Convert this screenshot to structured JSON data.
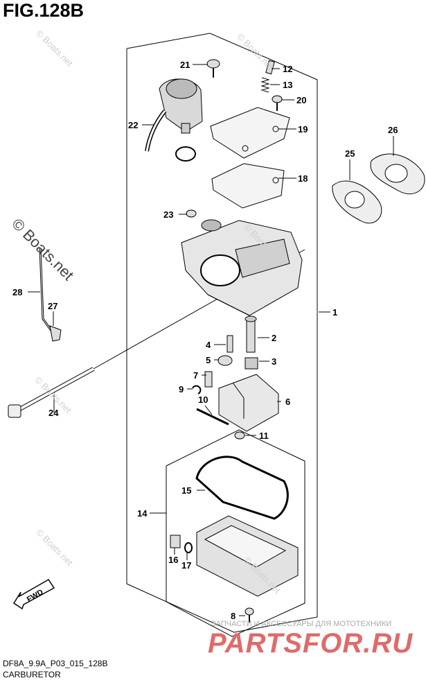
{
  "figure": {
    "title": "FIG.128B",
    "code": "DF8A_9.9A_P03_015_128B",
    "name": "CARBURETOR"
  },
  "watermarks": {
    "main": "© Boats.net",
    "small": "© Boats.net"
  },
  "brand": {
    "tagline": "ЗАПЧАСТИ И АКСЕССУАРЫ ДЛЯ МОТОТЕХНИКИ",
    "logo": "PARTSFOR.RU"
  },
  "fwd_label": "FWD",
  "callouts": [
    "1",
    "2",
    "3",
    "4",
    "5",
    "6",
    "7",
    "8",
    "9",
    "10",
    "11",
    "12",
    "13",
    "14",
    "15",
    "16",
    "17",
    "18",
    "19",
    "20",
    "21",
    "22",
    "23",
    "24",
    "25",
    "26",
    "27",
    "28"
  ]
}
